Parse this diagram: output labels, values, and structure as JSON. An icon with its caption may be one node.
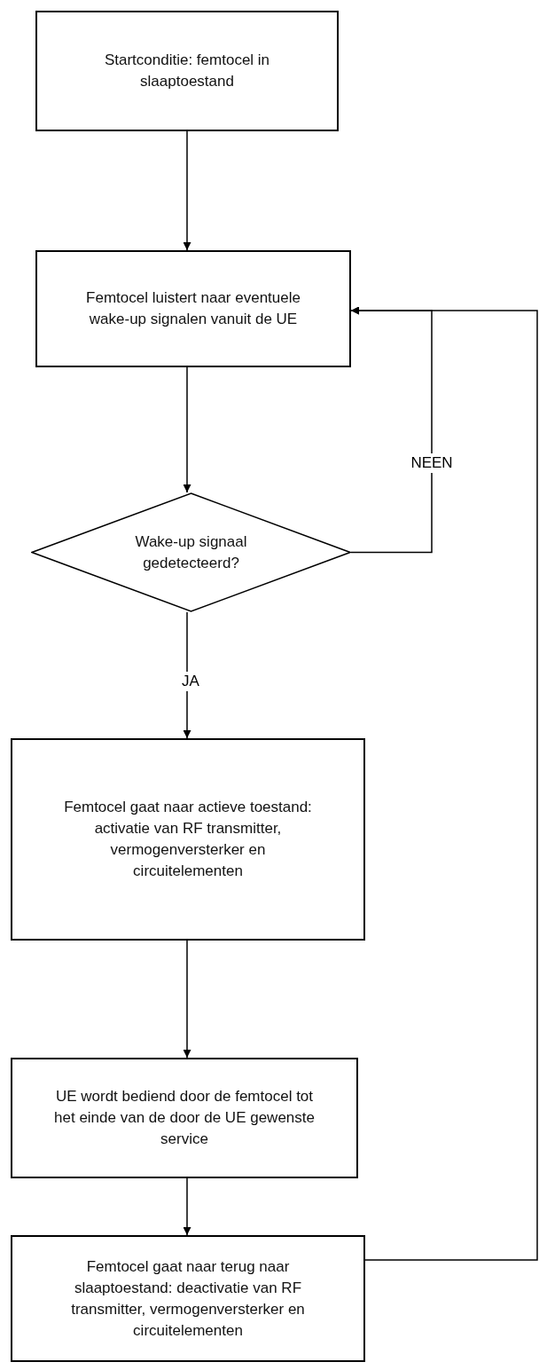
{
  "diagram": {
    "nodes": [
      {
        "text": [
          "Startconditie: femtocel in slaaptoestand"
        ]
      },
      {
        "text": [
          "Femtocel luistert naar eventuele wake-up signalen vanuit de UE"
        ]
      },
      {
        "text": [
          "Wake-up signaal gedetecteerd?"
        ]
      },
      {
        "text": [
          "Femtocel gaat naar actieve toestand: activatie van RF transmitter, vermogenversterker en circuitelementen"
        ]
      },
      {
        "text": [
          "UE wordt bediend door de femtocel tot het einde van de door de UE gewenste service"
        ]
      },
      {
        "text": [
          "Femtocel gaat naar terug naar slaaptoestand: deactivatie van RF transmitter, vermogenversterker en circuitelementen"
        ]
      }
    ],
    "edges": [
      {
        "from": 0,
        "to": 1,
        "arrow": "to"
      },
      {
        "from": 1,
        "to": 2,
        "arrow": "to"
      },
      {
        "from": 2,
        "to": 1,
        "arrow": "to",
        "label": "NEEN"
      },
      {
        "from": 2,
        "to": 3,
        "arrow": "to",
        "label": "JA"
      },
      {
        "from": 3,
        "to": 4,
        "arrow": "to"
      },
      {
        "from": 4,
        "to": 5,
        "arrow": "to"
      },
      {
        "from": 5,
        "to": 1,
        "arrow": "to"
      }
    ]
  }
}
